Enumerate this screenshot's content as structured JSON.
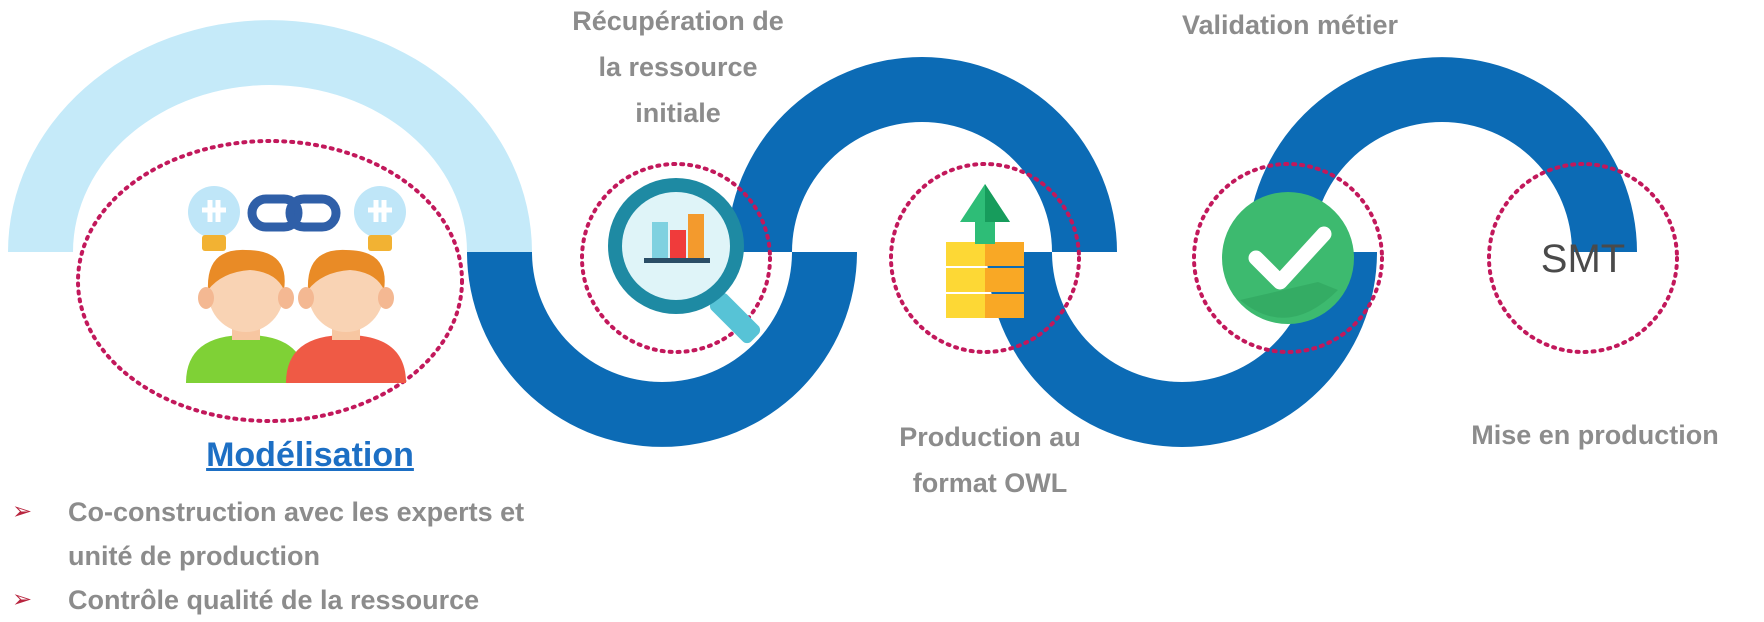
{
  "steps": [
    {
      "id": "modelisation",
      "label": "Modélisation",
      "icon": "collaboration-icon",
      "active": true
    },
    {
      "id": "recuperation",
      "label_lines": [
        "Récupération de",
        "la ressource",
        "initiale"
      ],
      "icon": "magnifier-chart-icon"
    },
    {
      "id": "production-owl",
      "label_lines": [
        "Production au",
        "format OWL"
      ],
      "icon": "upload-stack-icon"
    },
    {
      "id": "validation",
      "label": "Validation métier",
      "icon": "check-circle-icon"
    },
    {
      "id": "mise-en-production",
      "label": "Mise en production",
      "icon_text": "SMT"
    }
  ],
  "bullets": [
    "Co-construction avec les experts et unité de production",
    "Contrôle qualité de la ressource"
  ],
  "bullet_marker": "➢",
  "colors": {
    "wave": "#0c6bb5",
    "wave_light": "#c5eaf9",
    "dotted_circle": "#c2185b",
    "label": "#8c8c8c",
    "active_title": "#1d6fc4",
    "check_green": "#3dba6f"
  }
}
